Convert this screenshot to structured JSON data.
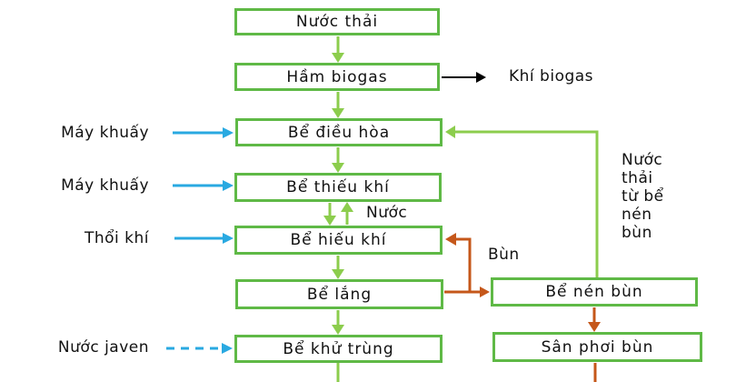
{
  "diagram": {
    "type": "flowchart",
    "subject": "wastewater-treatment-process",
    "background": "#ffffff"
  },
  "colors": {
    "box_border_green": "#5fb946",
    "flow_arrow_green": "#8ccd4d",
    "input_arrow_blue": "#29a9e1",
    "sludge_arrow_orange": "#c5571a",
    "biogas_arrow_black": "#000000",
    "text": "#111111"
  },
  "boxes": {
    "nuoc_thai": "Nước thải",
    "ham_biogas": "Hầm biogas",
    "be_dieu_hoa": "Bể điều hòa",
    "be_thieu_khi": "Bể thiếu khí",
    "be_hieu_khi": "Bể hiếu khí",
    "be_lang": "Bể lắng",
    "be_khu_trung": "Bể khử trùng",
    "be_nen_bun": "Bể nén bùn",
    "san_phoi_bun": "Sân phơi bùn"
  },
  "labels": {
    "khi_biogas": "Khí biogas",
    "may_khuay_1": "Máy khuấy",
    "may_khuay_2": "Máy khuấy",
    "thoi_khi": "Thổi khí",
    "nuoc_javen": "Nước javen",
    "nuoc": "Nước",
    "bun": "Bùn",
    "nuoc_thai_tu_be_nen_bun": "Nước\nthải\ntừ bể\nnén\nbùn"
  }
}
